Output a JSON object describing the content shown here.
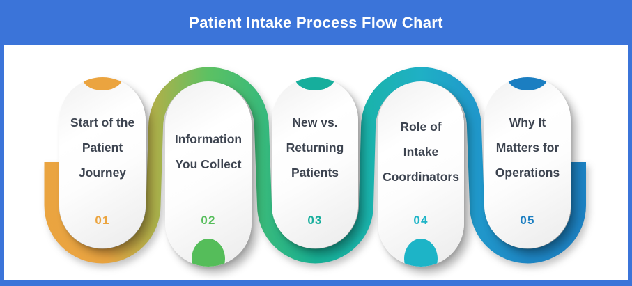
{
  "frame": {
    "background": "#3b74d9"
  },
  "header": {
    "title": "Patient Intake Process Flow Chart",
    "text_color": "#ffffff"
  },
  "panel": {
    "background": "#ffffff"
  },
  "colors": {
    "card_text": "#3d4450"
  },
  "steps": [
    {
      "number": "01",
      "lines": [
        "Start of the",
        "Patient",
        "Journey"
      ],
      "accent": "#eba43f",
      "notch": "top"
    },
    {
      "number": "02",
      "lines": [
        "Information",
        "You Collect"
      ],
      "accent": "#55bd5a",
      "notch": "bottom"
    },
    {
      "number": "03",
      "lines": [
        "New vs.",
        "Returning",
        "Patients"
      ],
      "accent": "#16ae9c",
      "notch": "top"
    },
    {
      "number": "04",
      "lines": [
        "Role of",
        "Intake",
        "Coordinators"
      ],
      "accent": "#1db4c7",
      "notch": "bottom"
    },
    {
      "number": "05",
      "lines": [
        "Why It",
        "Matters for",
        "Operations"
      ],
      "accent": "#1b7ec1",
      "notch": "top"
    }
  ],
  "snake": {
    "gradient_stops": [
      "#eba540",
      "#e9a441",
      "#a9b14b",
      "#5cc163",
      "#3bba79",
      "#17b095",
      "#1ab3ab",
      "#1fb0c5",
      "#2099cb",
      "#1e86c4",
      "#1b7ec1"
    ]
  }
}
